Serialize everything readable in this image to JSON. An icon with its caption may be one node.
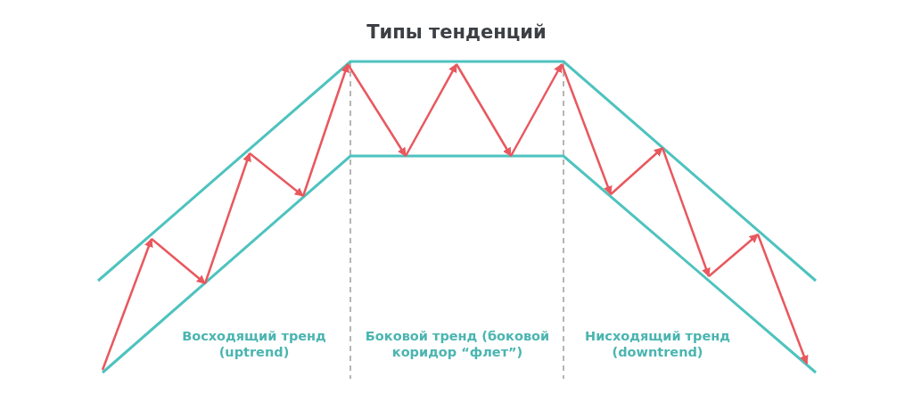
{
  "diagram": {
    "title": "Типы тенденций",
    "labels": [
      "Восходящий тренд (uptrend)",
      "Боковой тренд (боковой коридор “флет”)",
      "Нисходящий тренд (downtrend)"
    ]
  }
}
